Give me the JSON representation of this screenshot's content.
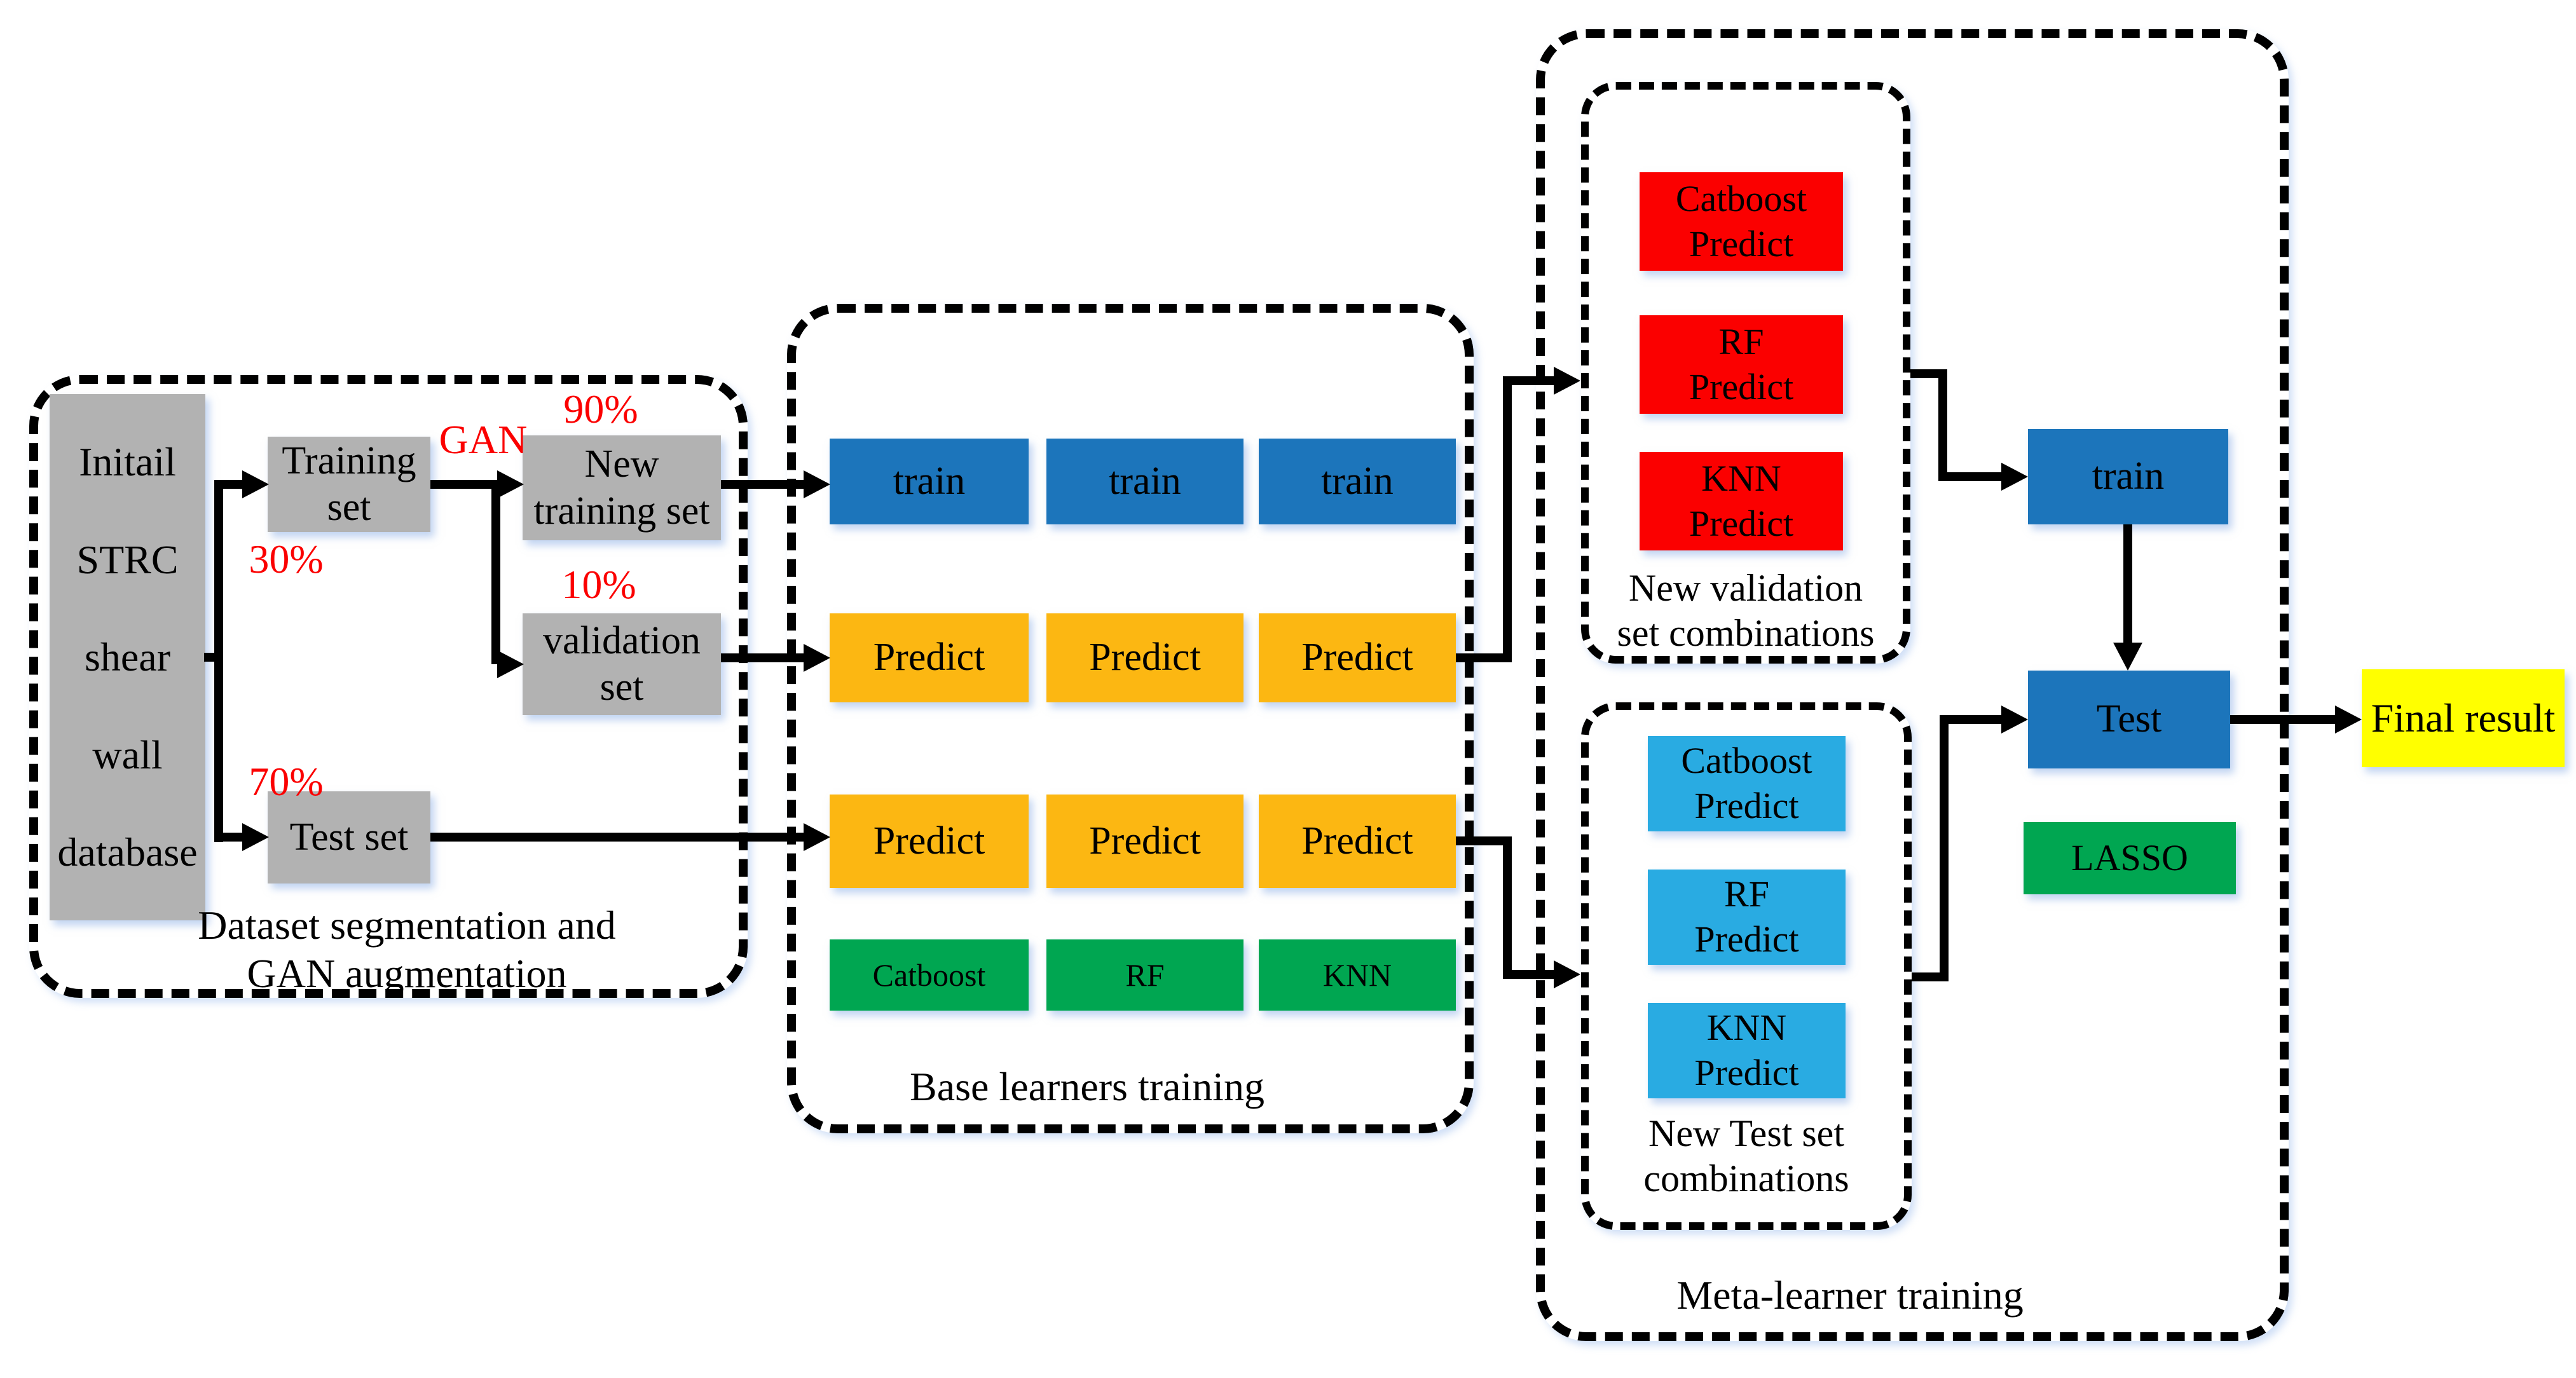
{
  "colors": {
    "box_gray": "#b2b2b2",
    "box_blue": "#1c75bb",
    "box_orange": "#fcb712",
    "box_green": "#00a651",
    "box_red": "#fb0000",
    "box_cyan": "#29abe2",
    "box_yellow": "#ffff00",
    "accent_text_red": "#fb0000",
    "line_black": "#000000"
  },
  "dataset_section": {
    "database_lines": [
      "Initail",
      "STRC",
      "shear",
      "wall",
      "database"
    ],
    "training_set_lines": [
      "Training",
      "set"
    ],
    "gan_label": "GAN",
    "pct_90": "90%",
    "new_training_set_lines": [
      "New",
      "training set"
    ],
    "pct_30": "30%",
    "pct_10": "10%",
    "validation_set_lines": [
      "validation",
      "set"
    ],
    "pct_70": "70%",
    "test_set": "Test set",
    "caption_lines": [
      "Dataset segmentation and",
      "GAN augmentation"
    ]
  },
  "base_section": {
    "train_row": [
      "train",
      "train",
      "train"
    ],
    "predict_row1": [
      "Predict",
      "Predict",
      "Predict"
    ],
    "predict_row2": [
      "Predict",
      "Predict",
      "Predict"
    ],
    "learner_row": [
      "Catboost",
      "RF",
      "KNN"
    ],
    "caption": "Base learners training"
  },
  "meta_section": {
    "validation_combo": {
      "boxes": [
        {
          "line1": "Catboost",
          "line2": "Predict"
        },
        {
          "line1": "RF",
          "line2": "Predict"
        },
        {
          "line1": "KNN",
          "line2": "Predict"
        }
      ],
      "caption_lines": [
        "New validation",
        "set combinations"
      ]
    },
    "test_combo": {
      "boxes": [
        {
          "line1": "Catboost",
          "line2": "Predict"
        },
        {
          "line1": "RF",
          "line2": "Predict"
        },
        {
          "line1": "KNN",
          "line2": "Predict"
        }
      ],
      "caption_lines": [
        "New Test set",
        "combinations"
      ]
    },
    "train_label": "train",
    "test_label": "Test",
    "lasso_label": "LASSO",
    "caption": "Meta-learner training"
  },
  "final_result_label": "Final result"
}
